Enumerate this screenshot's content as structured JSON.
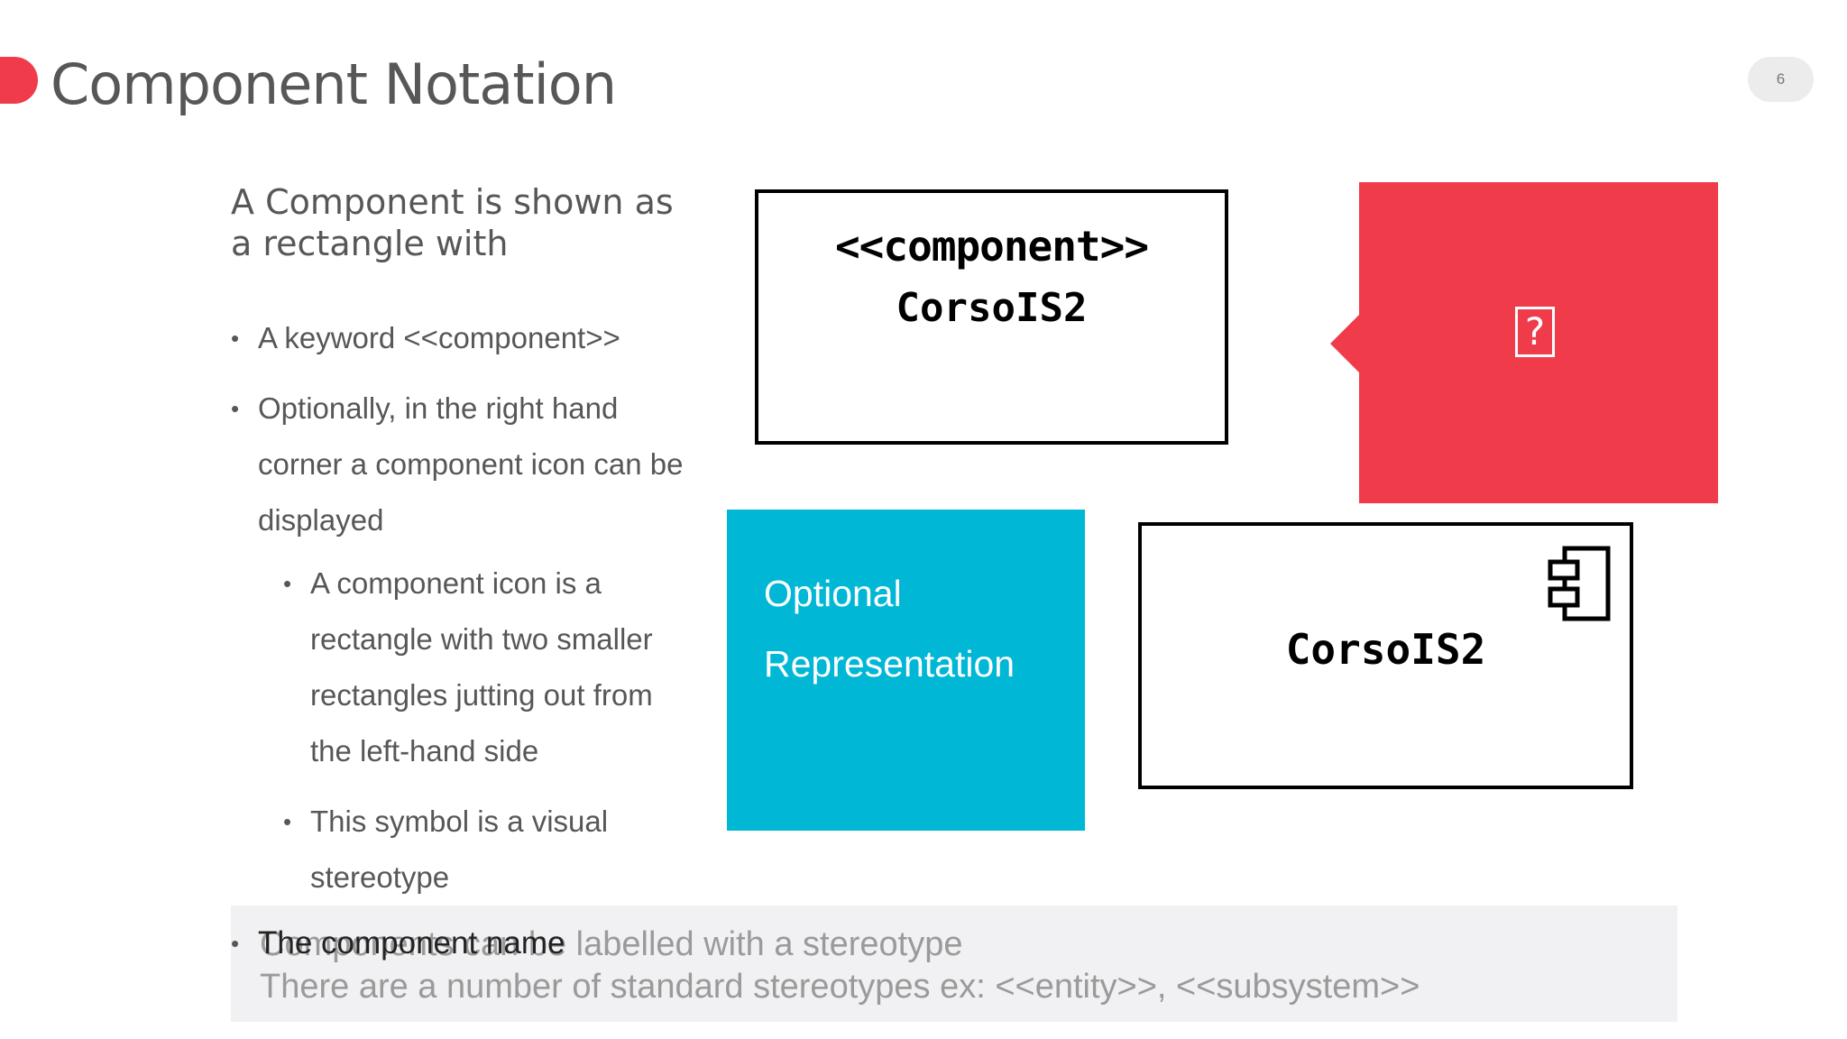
{
  "header": {
    "title": "Component Notation",
    "page_number": "6"
  },
  "intro": "A Component is shown as a rectangle with",
  "bullets": {
    "keyword": "A keyword <<component>>",
    "icon_optional": "Optionally, in the right hand corner a component icon can be displayed",
    "icon_description": "A component icon is a rectangle with two smaller rectangles jutting out from the left-hand side",
    "visual_stereotype": "This symbol is a visual stereotype",
    "component_name": "The component name"
  },
  "diagram": {
    "keyword_box": {
      "keyword": "<<component>>",
      "name": "CorsoIS2"
    },
    "icon_box": {
      "name": "CorsoIS2"
    }
  },
  "callouts": {
    "red_icon": "help-icon",
    "blue_line1": "Optional",
    "blue_line2": "Representation"
  },
  "caption": {
    "line1": "Components can be labelled with a stereotype",
    "line2": "There are a number of standard stereotypes ex: <<entity>>, <<subsystem>>"
  },
  "colors": {
    "accent_red": "#ef3b4a",
    "accent_blue": "#00b7d6",
    "caption_band": "#f1f0f2"
  }
}
